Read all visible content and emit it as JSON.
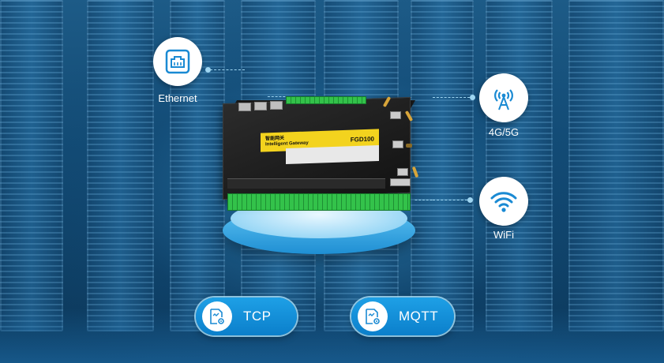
{
  "connections": {
    "ethernet": {
      "label": "Ethernet",
      "icon": "ethernet-port-icon"
    },
    "cellular": {
      "label": "4G/5G",
      "icon": "cell-tower-icon"
    },
    "wifi": {
      "label": "WiFi",
      "icon": "wifi-icon"
    }
  },
  "protocols": [
    {
      "label": "TCP",
      "icon": "protocol-document-gear-icon"
    },
    {
      "label": "MQTT",
      "icon": "protocol-document-gear-icon"
    }
  ],
  "device": {
    "name_cn": "智能网关",
    "name_en": "Intelligent Gateway",
    "model": "FGD100"
  },
  "colors": {
    "accent_blue": "#0b7fcb",
    "label_yellow": "#f3d31e",
    "terminal_green": "#33c24a",
    "dash_line": "#9fd6f2"
  }
}
